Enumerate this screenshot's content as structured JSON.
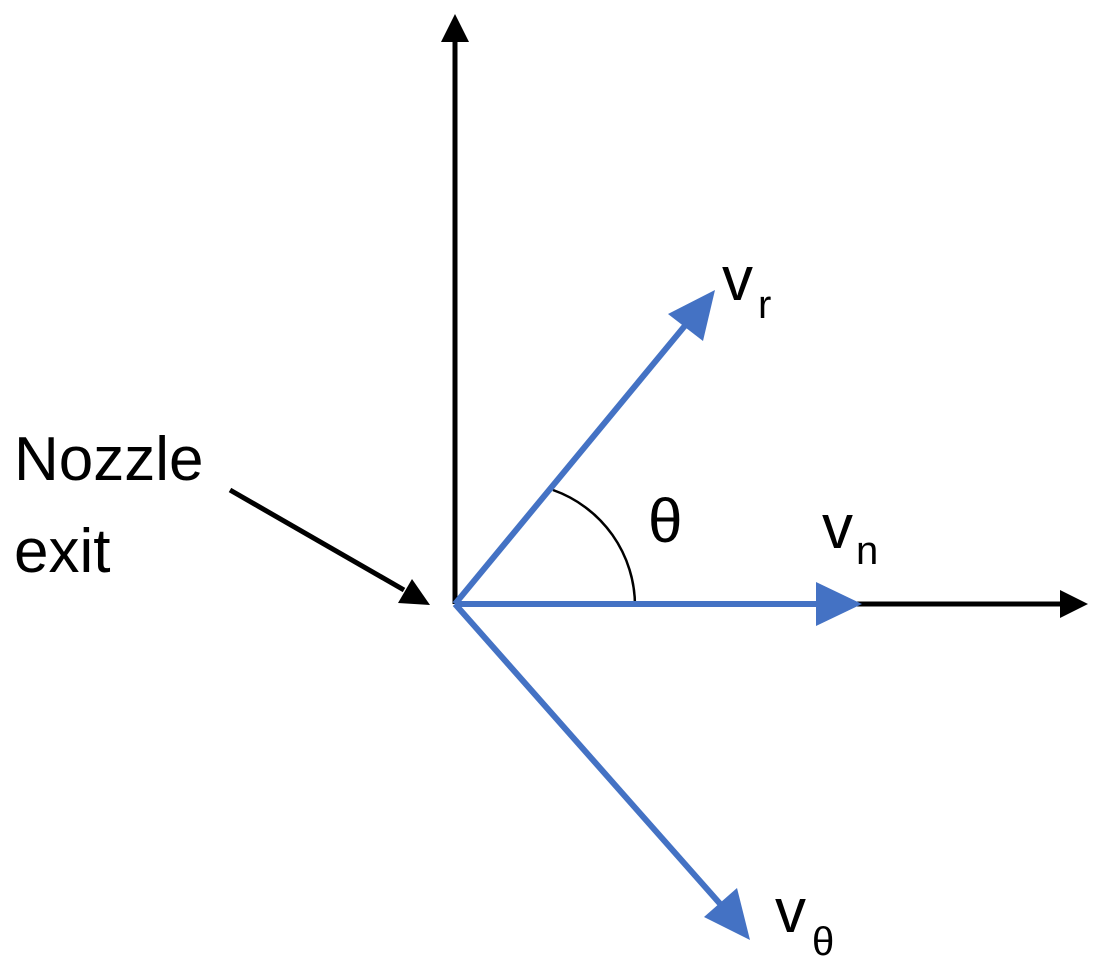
{
  "diagram": {
    "colors": {
      "axes": "#000000",
      "vectors": "#4472C4",
      "angle_arc": "#000000",
      "background": "#ffffff"
    },
    "labels": {
      "nozzle_line1": "Nozzle",
      "nozzle_line2": "exit",
      "theta": "θ",
      "v": "v",
      "vr_sub": "r",
      "vn_sub": "n",
      "vtheta_sub": "θ"
    },
    "vectors": [
      {
        "id": "v-r",
        "component": "radial",
        "direction": "up-right"
      },
      {
        "id": "v-n",
        "component": "normal",
        "direction": "right"
      },
      {
        "id": "v-theta",
        "component": "tangential",
        "direction": "down-right"
      }
    ]
  }
}
